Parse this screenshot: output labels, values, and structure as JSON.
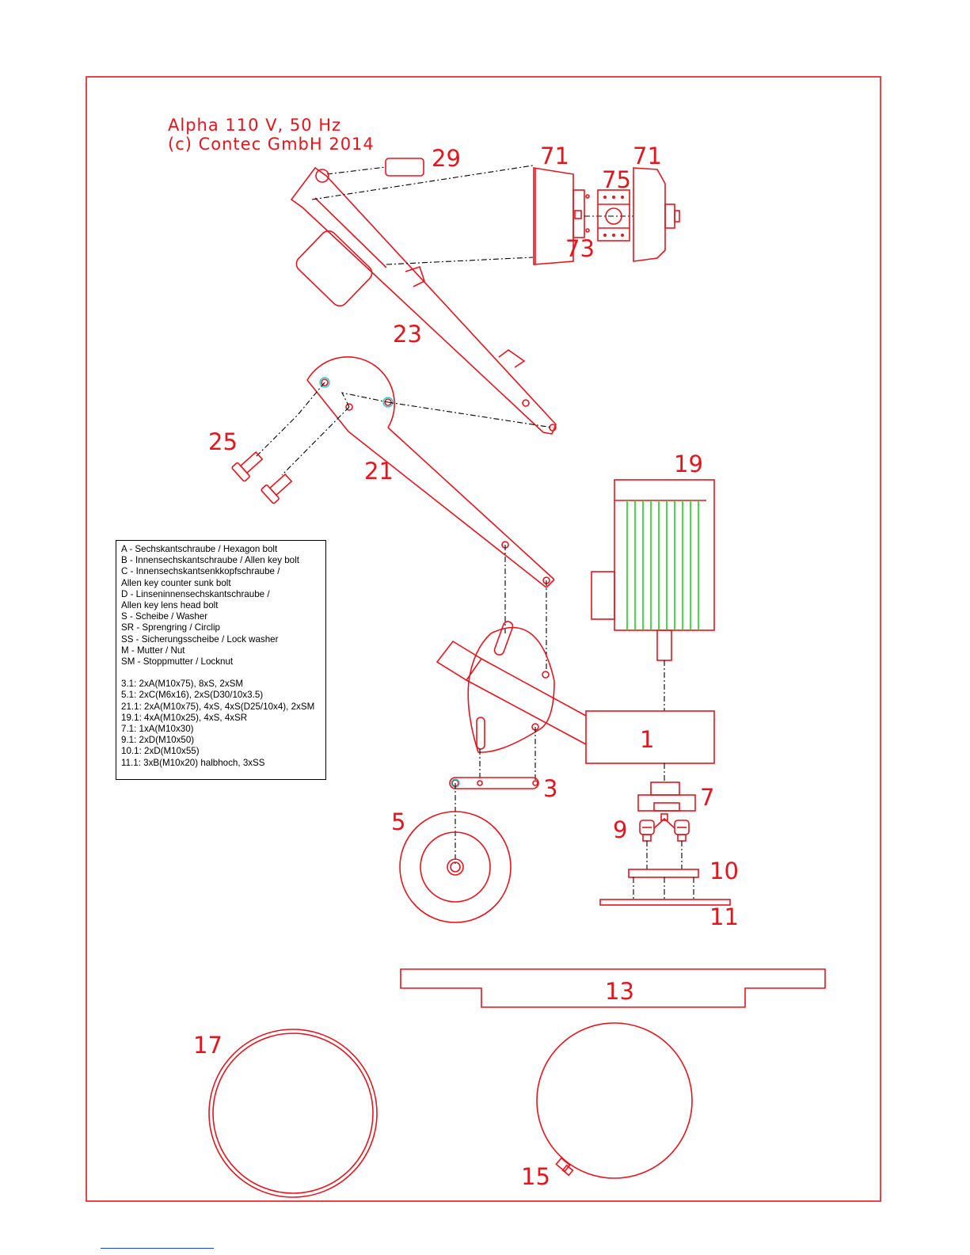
{
  "title": {
    "line1": "Alpha 110 V, 50 Hz",
    "line2": "(c) Contec GmbH 2014"
  },
  "part_labels": {
    "p29": "29",
    "p71a": "71",
    "p71b": "71",
    "p75": "75",
    "p73": "73",
    "p23": "23",
    "p25": "25",
    "p21": "21",
    "p19": "19",
    "p1": "1",
    "p3": "3",
    "p7": "7",
    "p5": "5",
    "p9": "9",
    "p10": "10",
    "p11": "11",
    "p13": "13",
    "p17": "17",
    "p15": "15"
  },
  "legend": {
    "codes": [
      "A  -  Sechskantschraube / Hexagon bolt",
      "B  -  Innensechskantschraube / Allen key bolt",
      "C  -  Innensechskantsenkkopfschraube /",
      "          Allen key counter sunk bolt",
      "D  -  Linseninnensechskantschraube /",
      "          Allen key lens head bolt",
      "S  -  Scheibe / Washer",
      "SR - Sprengring / Circlip",
      "SS - Sicherungsscheibe / Lock washer",
      "M  -  Mutter / Nut",
      "SM - Stoppmutter / Locknut"
    ],
    "parts": [
      "3.1:   2xA(M10x75), 8xS, 2xSM",
      "5.1:   2xC(M6x16), 2xS(D30/10x3.5)",
      "21.1: 2xA(M10x75), 4xS, 4xS(D25/10x4), 2xSM",
      "19.1: 4xA(M10x25), 4xS, 4xSR",
      "7.1:   1xA(M10x30)",
      "9.1:   2xD(M10x50)",
      "10.1: 2xD(M10x55)",
      "11.1: 3xB(M10x20) halbhoch, 3xSS"
    ]
  }
}
